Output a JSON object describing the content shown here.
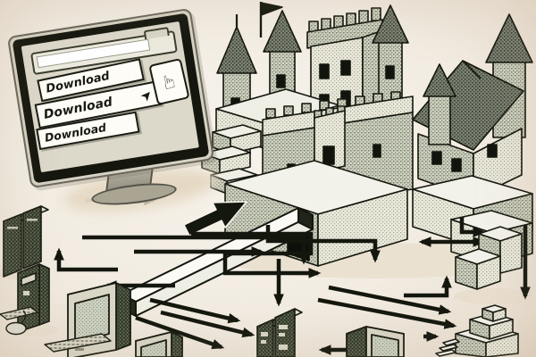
{
  "palette": {
    "background": "#f3eee5",
    "ink": "#14170e",
    "paper": "#fbfaf4",
    "screen_bg": "#dcd8ca",
    "device_dark": "#4a5340",
    "shadow": "#e8ddcb"
  },
  "monitor": {
    "browser": {
      "address_value": ""
    },
    "buttons": [
      {
        "label": "Download"
      },
      {
        "label": "Download",
        "icon": "arrow-up-right-icon",
        "icon_glyph": "➤"
      },
      {
        "label": "Download"
      }
    ],
    "pointer": {
      "icon": "hand-pointer-icon",
      "glyph": "☞"
    }
  },
  "scene": {
    "castle": "pixelated-castle",
    "big_arrow": "beam-arrow-to-castle-gate",
    "devices": [
      "server-rack-pair",
      "tower-pc",
      "keyboard-and-mouse",
      "crt-monitor-with-keyboard",
      "small-monitor",
      "tower-pc-pair",
      "desktop-monitor",
      "stepped-block",
      "stepped-pyramid"
    ]
  }
}
